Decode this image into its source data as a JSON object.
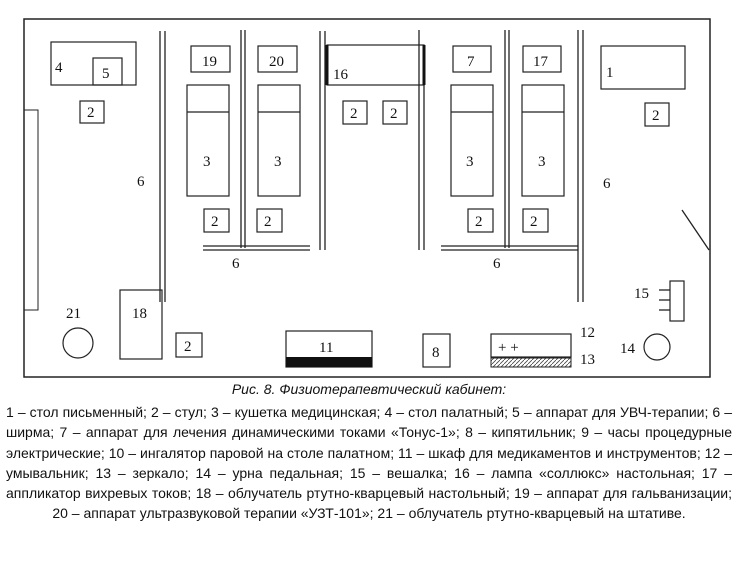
{
  "figure": {
    "caption": "Рис. 8. Физиотерапевтический кабинет:",
    "legend": "1 – стол письменный; 2 – стул; 3 – кушетка медицинская; 4 – стол палатный; 5 – аппарат для УВЧ-терапии; 6 – ширма; 7 – аппарат для лечения динамическими токами «Тонус-1»; 8 – кипятильник; 9 – часы процедурные электрические; 10 – ингалятор паровой на столе палатном; 11 – шкаф для медикаментов и инструментов; 12 – умывальник; 13 – зеркало; 14 – урна педальная; 15 – вешалка; 16 – лампа «соллюкс» настольная; 17 – аппликатор вихревых токов; 18 – облучатель ртутно-кварцевый настольный; 19 – аппарат для гальванизации; 20 – аппарат ультразвуковой терапии «УЗТ-101»; 21 – облучатель ртутно-кварцевый на штативе."
  },
  "plan": {
    "items": {
      "n4": "4",
      "n5": "5",
      "n19": "19",
      "n20": "20",
      "n16": "16",
      "n7": "7",
      "n17": "17",
      "n1": "1",
      "n2": "2",
      "n3": "3",
      "n6": "6",
      "n15": "15",
      "n21": "21",
      "n18": "18",
      "n11": "11",
      "n8": "8",
      "n12": "12",
      "n13": "13",
      "n14": "14",
      "plus": "+ +"
    }
  }
}
